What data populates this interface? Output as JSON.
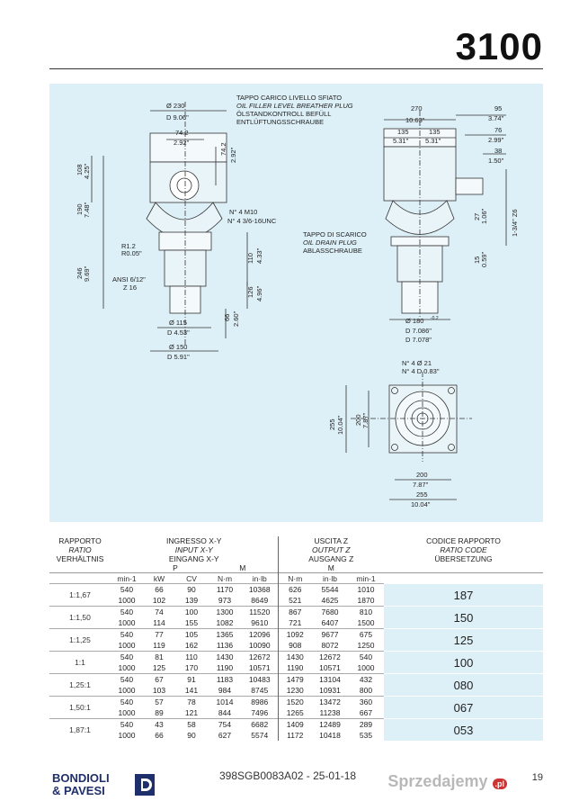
{
  "page": {
    "title": "3100",
    "doc_number": "398SGB0083A02 - 25-01-18",
    "page_number": "19",
    "watermark": "Sprzedajemy",
    "watermark_badge": ".pl"
  },
  "logo": {
    "line1": "BONDIOLI",
    "line2": "& PAVESI"
  },
  "drawing": {
    "left": {
      "d230": "Ø 230",
      "d230in": "D 9.06\"",
      "h74": "74.2",
      "h74in": "2.92\"",
      "v74": "74.2",
      "v74in": "2.92\"",
      "v108": "108",
      "v108in": "4.25\"",
      "v190": "190",
      "v190in": "7.48\"",
      "v246": "246",
      "v246in": "9.69\"",
      "r12": "R1.2",
      "r12in": "R0.05\"",
      "ansi": "ANSI 6/12\"",
      "z16": "Z 16",
      "m10": "N° 4 M10",
      "unc": "N° 4 3/6-16UNC",
      "v110": "110",
      "v110in": "4.33\"",
      "v126": "126",
      "v126in": "4.96\"",
      "v66": "66",
      "v66in": "2.60\"",
      "d115": "Ø 115",
      "d115in": "D 4.53\"",
      "d150": "Ø 150",
      "d150in": "D 5.91\""
    },
    "right": {
      "filler1": "TAPPO CARICO LIVELLO SFIATO",
      "filler2": "OIL FILLER LEVEL BREATHER PLUG",
      "filler3": "ÖLSTANDKONTROLL BEFÜLL",
      "filler4": "ENTLÜFTUNGSSCHRAUBE",
      "w270": "270",
      "w270in": "10.63\"",
      "w135a": "135",
      "w135ain": "5.31\"",
      "w135b": "135",
      "w135bin": "5.31\"",
      "w95": "95",
      "w95in": "3.74\"",
      "w76": "76",
      "w76in": "2.99\"",
      "w38": "38",
      "w38in": "1.50\"",
      "z6": "1-3/4\" Z6",
      "v27": "27",
      "v27in": "1.06\"",
      "v15": "15",
      "v15in": "0.59\"",
      "drain1": "TAPPO DI SCARICO",
      "drain2": "OIL DRAIN PLUG",
      "drain3": "ABLASSCHRAUBE",
      "d180": "Ø 180",
      "d180tol": "-0.2",
      "d180in1": "D 7.086\"",
      "d180in2": "D 7.078\""
    },
    "bottom": {
      "d21": "N° 4 Ø 21",
      "d083": "N° 4 D 0.83\"",
      "v255": "255",
      "v255in": "10.04\"",
      "v200": "200",
      "v200in": "7.87\"",
      "h200": "200",
      "h200in": "7.87\"",
      "h255": "255",
      "h255in": "10.04\""
    }
  },
  "table": {
    "col_ratio": [
      "RAPPORTO",
      "RATIO",
      "VERHÄLTNIS"
    ],
    "col_input": [
      "INGRESSO X-Y",
      "INPUT X-Y",
      "EINGANG X-Y"
    ],
    "col_output": [
      "USCITA Z",
      "OUTPUT Z",
      "AUSGANG Z"
    ],
    "col_code": [
      "CODICE RAPPORTO",
      "RATIO CODE",
      "ÜBERSETZUNG"
    ],
    "p_label": "P",
    "m_label": "M",
    "m2_label": "M",
    "units": [
      "min-1",
      "kW",
      "CV",
      "N·m",
      "in·lb",
      "N·m",
      "in·lb",
      "min-1"
    ],
    "rows": [
      {
        "ratio": "1:1,67",
        "code": "187",
        "lines": [
          [
            "540",
            "66",
            "90",
            "1170",
            "10368",
            "626",
            "5544",
            "1010"
          ],
          [
            "1000",
            "102",
            "139",
            "973",
            "8649",
            "521",
            "4625",
            "1870"
          ]
        ]
      },
      {
        "ratio": "1:1,50",
        "code": "150",
        "lines": [
          [
            "540",
            "74",
            "100",
            "1300",
            "11520",
            "867",
            "7680",
            "810"
          ],
          [
            "1000",
            "114",
            "155",
            "1082",
            "9610",
            "721",
            "6407",
            "1500"
          ]
        ]
      },
      {
        "ratio": "1:1,25",
        "code": "125",
        "lines": [
          [
            "540",
            "77",
            "105",
            "1365",
            "12096",
            "1092",
            "9677",
            "675"
          ],
          [
            "1000",
            "119",
            "162",
            "1136",
            "10090",
            "908",
            "8072",
            "1250"
          ]
        ]
      },
      {
        "ratio": "1:1",
        "code": "100",
        "lines": [
          [
            "540",
            "81",
            "110",
            "1430",
            "12672",
            "1430",
            "12672",
            "540"
          ],
          [
            "1000",
            "125",
            "170",
            "1190",
            "10571",
            "1190",
            "10571",
            "1000"
          ]
        ]
      },
      {
        "ratio": "1,25:1",
        "code": "080",
        "lines": [
          [
            "540",
            "67",
            "91",
            "1183",
            "10483",
            "1479",
            "13104",
            "432"
          ],
          [
            "1000",
            "103",
            "141",
            "984",
            "8745",
            "1230",
            "10931",
            "800"
          ]
        ]
      },
      {
        "ratio": "1,50:1",
        "code": "067",
        "lines": [
          [
            "540",
            "57",
            "78",
            "1014",
            "8986",
            "1520",
            "13472",
            "360"
          ],
          [
            "1000",
            "89",
            "121",
            "844",
            "7496",
            "1265",
            "11238",
            "667"
          ]
        ]
      },
      {
        "ratio": "1,87:1",
        "code": "053",
        "lines": [
          [
            "540",
            "43",
            "58",
            "754",
            "6682",
            "1409",
            "12489",
            "289"
          ],
          [
            "1000",
            "66",
            "90",
            "627",
            "5574",
            "1172",
            "10418",
            "535"
          ]
        ]
      }
    ]
  }
}
